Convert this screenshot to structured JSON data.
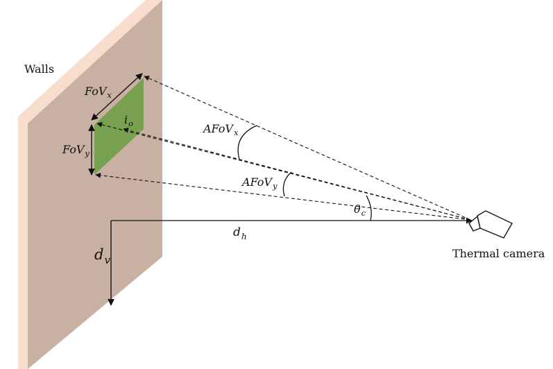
{
  "labels": {
    "walls": "Walls",
    "camera": "Thermal camera",
    "fov_x": {
      "base": "FoV",
      "sub": "x"
    },
    "fov_y": {
      "base": "FoV",
      "sub": "y"
    },
    "i_o": {
      "base": "i",
      "sub": "o"
    },
    "afov_x": {
      "base": "AFoV",
      "sub": "x"
    },
    "afov_y": {
      "base": "AFoV",
      "sub": "y"
    },
    "theta_c": {
      "base": "θ",
      "sub": "c"
    },
    "d_h": {
      "base": "d",
      "sub": "h"
    },
    "d_v": {
      "base": "d",
      "sub": "v"
    }
  },
  "colors": {
    "wall_face": "#c8b0a3",
    "wall_edge": "#f8dccc",
    "target_region": "#77a04f",
    "lines": "#111111"
  }
}
